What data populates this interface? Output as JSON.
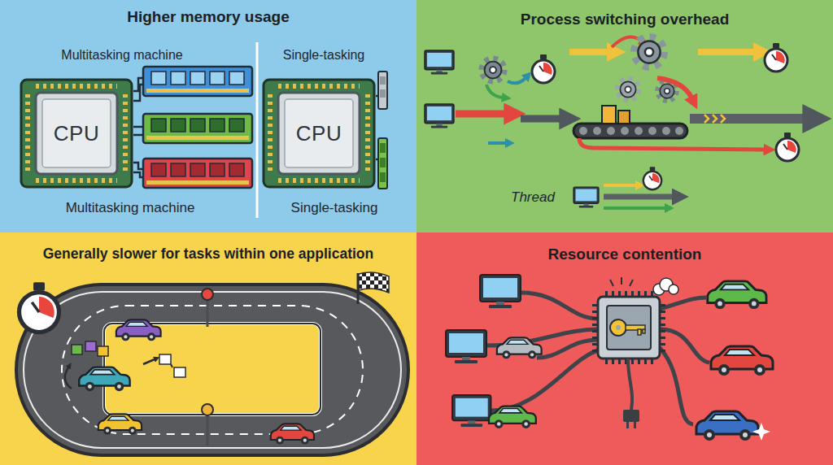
{
  "diagram": {
    "nodes": [
      {
        "text": [
          "Higher memory usage"
        ]
      },
      {
        "text": [
          "CPU"
        ],
        "in": 0
      },
      {
        "text": [
          "CPU"
        ],
        "in": 0
      },
      {
        "text": [
          "Process switching overhead"
        ]
      },
      {
        "text": [
          "Generally slower for tasks within one application"
        ]
      },
      {
        "text": [
          "Resource contention"
        ]
      }
    ],
    "labels": [
      "Multitasking machine",
      "Single-tasking",
      "Multitasking machine",
      "Single-tasking",
      "Thread"
    ]
  }
}
